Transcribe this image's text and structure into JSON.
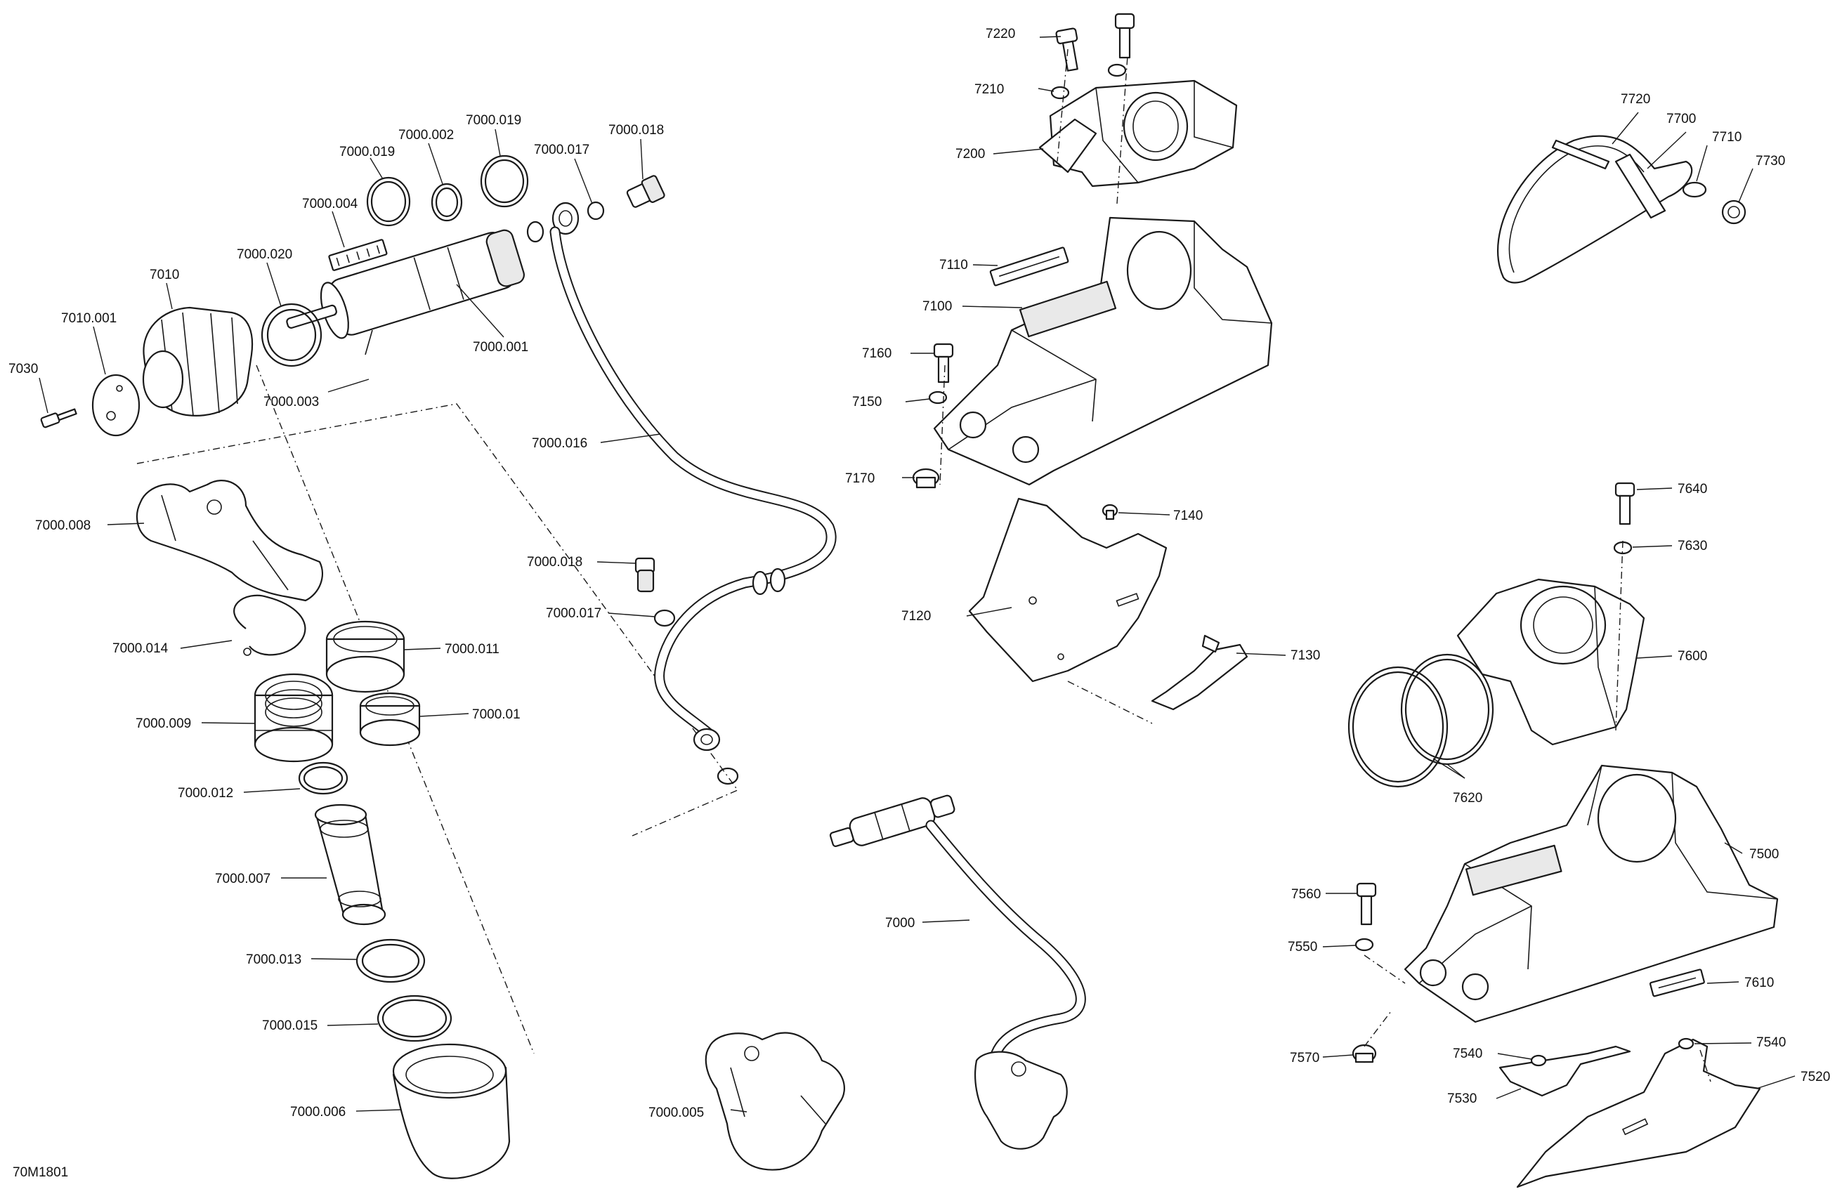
{
  "diagram": {
    "reference_code": "70M1801",
    "part_labels": [
      "7220",
      "7210",
      "7200",
      "7110",
      "7100",
      "7160",
      "7150",
      "7170",
      "7140",
      "7120",
      "7130",
      "7720",
      "7700",
      "7710",
      "7730",
      "7640",
      "7630",
      "7600",
      "7620",
      "7500",
      "7560",
      "7550",
      "7610",
      "7570",
      "7540",
      "7540",
      "7520",
      "7530",
      "7000.019",
      "7000.002",
      "7000.019",
      "7000.017",
      "7000.018",
      "7000.004",
      "7000.020",
      "7010",
      "7010.001",
      "7030",
      "7000.001",
      "7000.003",
      "7000.016",
      "7000.008",
      "7000.018",
      "7000.017",
      "7000.014",
      "7000.011",
      "7000.009",
      "7000.01",
      "7000.012",
      "7000.007",
      "7000.013",
      "7000.015",
      "7000.006",
      "7000",
      "7000.005"
    ]
  }
}
